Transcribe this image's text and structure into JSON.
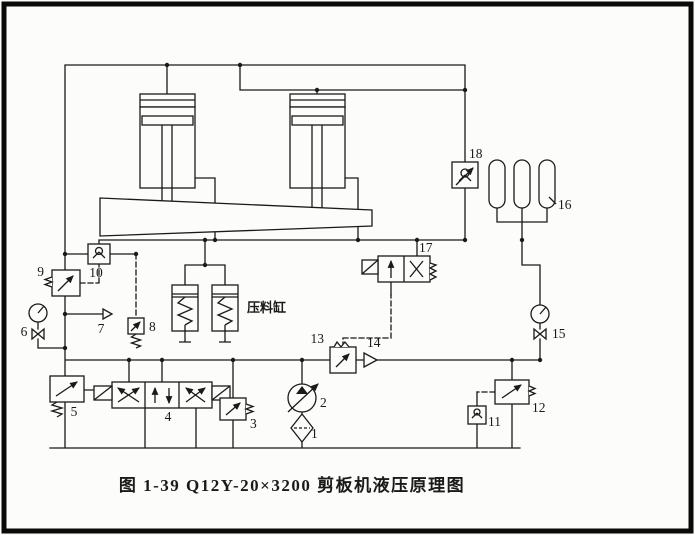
{
  "colors": {
    "ink": "#1a1a1a",
    "paper": "#fcfcfa"
  },
  "figure": {
    "caption": "图 1-39  Q12Y-20×3200 剪板机液压原理图"
  },
  "diagram": {
    "press_cylinder_label": "压料缸",
    "part_numbers": {
      "p1": "1",
      "p2": "2",
      "p3": "3",
      "p4": "4",
      "p5": "5",
      "p6": "6",
      "p7": "7",
      "p8": "8",
      "p9": "9",
      "p10": "10",
      "p11": "11",
      "p12": "12",
      "p13": "13",
      "p14": "14",
      "p15": "15",
      "p16": "16",
      "p17": "17",
      "p18": "18"
    }
  }
}
